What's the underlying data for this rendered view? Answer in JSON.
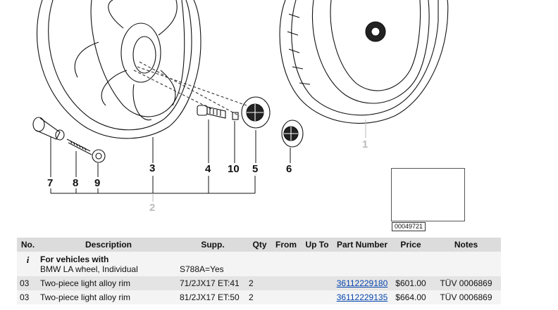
{
  "callouts": {
    "n1": "1",
    "n2": "2",
    "n3": "3",
    "n4": "4",
    "n5": "5",
    "n6": "6",
    "n7": "7",
    "n8": "8",
    "n9": "9",
    "n10": "10"
  },
  "thumbnail": {
    "label": "00049721"
  },
  "table": {
    "headers": {
      "no": "No.",
      "description": "Description",
      "supp": "Supp.",
      "qty": "Qty",
      "from": "From",
      "upto": "Up To",
      "part_number": "Part Number",
      "price": "Price",
      "notes": "Notes"
    },
    "info_row": {
      "symbol": "i",
      "title": "For vehicles with",
      "subtitle": "BMW LA wheel, Individual",
      "supp": "S788A=Yes"
    },
    "rows": [
      {
        "no": "03",
        "description": "Two-piece light alloy rim",
        "supp": "71/2JX17 ET:41",
        "qty": "2",
        "from": "",
        "upto": "",
        "part_number": "36112229180",
        "price": "$601.00",
        "notes": "TÜV 0006869"
      },
      {
        "no": "03",
        "description": "Two-piece light alloy rim",
        "supp": "81/2JX17 ET:50",
        "qty": "2",
        "from": "",
        "upto": "",
        "part_number": "36112229135",
        "price": "$664.00",
        "notes": "TÜV 0006869"
      }
    ]
  },
  "colors": {
    "header_bg": "#dcdcdc",
    "link": "#0645ad",
    "row_light": "#f4f4f4",
    "row_dark": "#e4e4e4"
  }
}
